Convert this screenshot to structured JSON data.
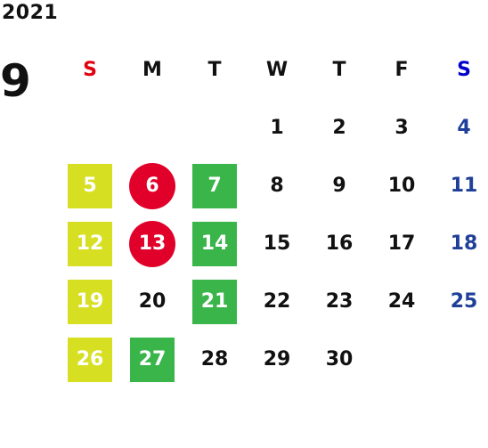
{
  "header": {
    "year": "2021",
    "month": "9"
  },
  "colors": {
    "weekday_text": "#111111",
    "sunday_header": "#e00010",
    "saturday_header": "#0000cc",
    "saturday_date": "#1f3f99",
    "yellow_mark": "#d7df23",
    "green_mark": "#39b54a",
    "red_circle": "#e0002a"
  },
  "weekdays": [
    {
      "label": "S",
      "type": "sun"
    },
    {
      "label": "M",
      "type": "weekday"
    },
    {
      "label": "T",
      "type": "weekday"
    },
    {
      "label": "W",
      "type": "weekday"
    },
    {
      "label": "T",
      "type": "weekday"
    },
    {
      "label": "F",
      "type": "weekday"
    },
    {
      "label": "S",
      "type": "sat"
    }
  ],
  "weeks": [
    [
      null,
      null,
      null,
      {
        "d": "1"
      },
      {
        "d": "2"
      },
      {
        "d": "3"
      },
      {
        "d": "4"
      }
    ],
    [
      {
        "d": "5",
        "mark": "yellow-square"
      },
      {
        "d": "6",
        "mark": "red-circle"
      },
      {
        "d": "7",
        "mark": "green-square"
      },
      {
        "d": "8"
      },
      {
        "d": "9"
      },
      {
        "d": "10"
      },
      {
        "d": "11"
      }
    ],
    [
      {
        "d": "12",
        "mark": "yellow-square"
      },
      {
        "d": "13",
        "mark": "red-circle"
      },
      {
        "d": "14",
        "mark": "green-square"
      },
      {
        "d": "15"
      },
      {
        "d": "16"
      },
      {
        "d": "17"
      },
      {
        "d": "18"
      }
    ],
    [
      {
        "d": "19",
        "mark": "yellow-square"
      },
      {
        "d": "20"
      },
      {
        "d": "21",
        "mark": "green-square"
      },
      {
        "d": "22"
      },
      {
        "d": "23"
      },
      {
        "d": "24"
      },
      {
        "d": "25"
      }
    ],
    [
      {
        "d": "26",
        "mark": "yellow-square"
      },
      {
        "d": "27",
        "mark": "green-square"
      },
      {
        "d": "28"
      },
      {
        "d": "29"
      },
      {
        "d": "30"
      },
      null,
      null
    ]
  ]
}
